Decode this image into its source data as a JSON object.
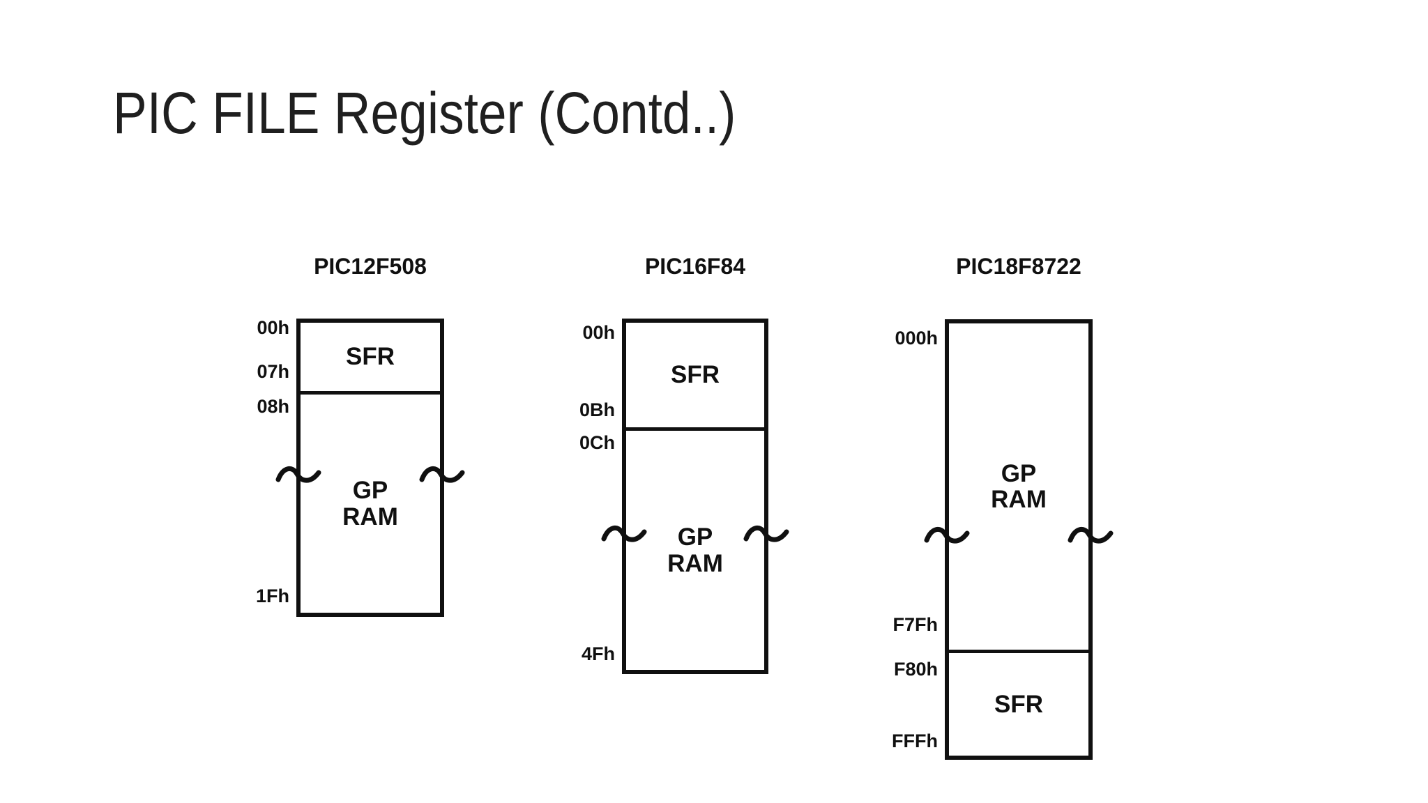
{
  "slide": {
    "title": "PIC FILE Register (Contd..)"
  },
  "colors": {
    "background": "#ffffff",
    "title_text": "#1f1f1f",
    "diagram_ink": "#101010"
  },
  "icons": {
    "break_mark": "squiggle-break-icon"
  },
  "diagrams": [
    {
      "chip": "PIC12F508",
      "sfr_label": "SFR",
      "gpram_label": "GP\nRAM",
      "addresses": [
        "00h",
        "07h",
        "08h",
        "1Fh"
      ]
    },
    {
      "chip": "PIC16F84",
      "sfr_label": "SFR",
      "gpram_label": "GP\nRAM",
      "addresses": [
        "00h",
        "0Bh",
        "0Ch",
        "4Fh"
      ]
    },
    {
      "chip": "PIC18F8722",
      "sfr_label": "SFR",
      "gpram_label": "GP\nRAM",
      "addresses": [
        "000h",
        "F7Fh",
        "F80h",
        "FFFh"
      ]
    }
  ]
}
